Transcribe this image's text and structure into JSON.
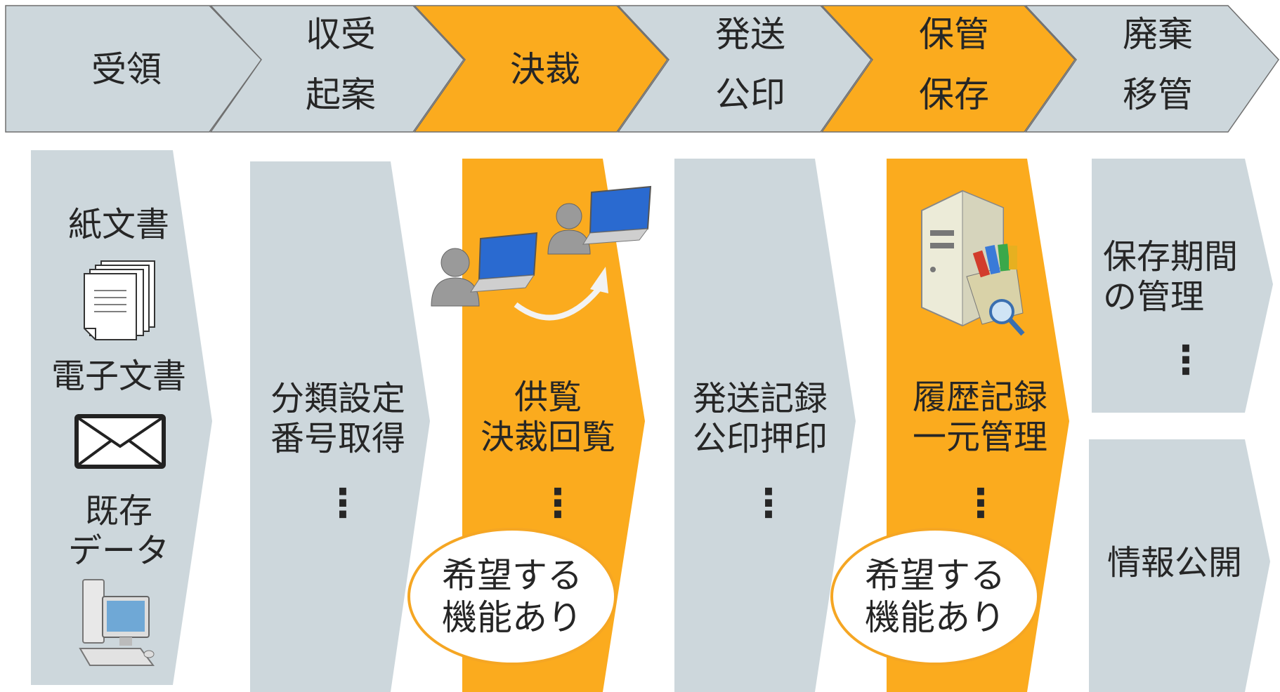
{
  "colors": {
    "gray": "#cdd7dc",
    "orange": "#fbab1e",
    "border": "#6f6f6f",
    "text": "#262626"
  },
  "stages": [
    {
      "lines": [
        "受領"
      ],
      "highlight": false
    },
    {
      "lines": [
        "収受",
        "起案"
      ],
      "highlight": false
    },
    {
      "lines": [
        "決裁"
      ],
      "highlight": true
    },
    {
      "lines": [
        "発送",
        "公印"
      ],
      "highlight": false
    },
    {
      "lines": [
        "保管",
        "保存"
      ],
      "highlight": true
    },
    {
      "lines": [
        "廃棄",
        "移管"
      ],
      "highlight": false
    }
  ],
  "columns": {
    "receive": {
      "paper_label": "紙文書",
      "electronic_label": "電子文書",
      "existing_label": [
        "既存",
        "データ"
      ],
      "paper_icon": "document-stack-icon",
      "mail_icon": "envelope-icon",
      "pc_icon": "desktop-computer-icon"
    },
    "draft": {
      "lines": [
        "分類設定",
        "番号取得"
      ],
      "ellipsis": "⋮"
    },
    "approve": {
      "lines": [
        "供覧",
        "決裁回覧"
      ],
      "ellipsis": "⋮",
      "badge": [
        "希望する",
        "機能あり"
      ],
      "icon": "users-laptops-icon"
    },
    "send": {
      "lines": [
        "発送記録",
        "公印押印"
      ],
      "ellipsis": "⋮"
    },
    "store": {
      "lines": [
        "履歴記録",
        "一元管理"
      ],
      "ellipsis": "⋮",
      "badge": [
        "希望する",
        "機能あり"
      ],
      "icon": "server-search-icon"
    },
    "dispose": {
      "lines": [
        "保存期間",
        "の管理"
      ],
      "ellipsis": "⋮"
    },
    "publish": {
      "lines": [
        "情報公開"
      ]
    }
  }
}
